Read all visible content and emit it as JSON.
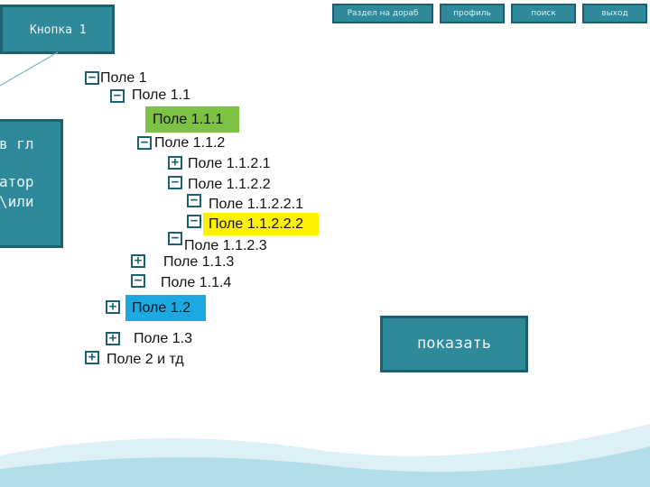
{
  "top_nav": [
    {
      "label": "Раздел на дораб"
    },
    {
      "label": "профиль"
    },
    {
      "label": "поиск"
    },
    {
      "label": "выход"
    }
  ],
  "knopka": {
    "label": "Кнопка 1"
  },
  "left_panel": {
    "lines": [
      "в гл",
      "атор",
      "\\или"
    ]
  },
  "show_button": {
    "label": "показать"
  },
  "tree": {
    "n1": {
      "label": "Поле 1",
      "toggle": "−"
    },
    "n11": {
      "label": "Поле 1.1",
      "toggle": "−"
    },
    "n111": {
      "label": "Поле 1.1.1"
    },
    "n112": {
      "label": "Поле 1.1.2",
      "toggle": "−"
    },
    "n1121": {
      "label": "Поле 1.1.2.1",
      "toggle": "+"
    },
    "n1122": {
      "label": "Поле 1.1.2.2",
      "toggle": "−"
    },
    "n11221": {
      "label": "Поле 1.1.2.2.1",
      "toggle": "−"
    },
    "n11222": {
      "label": "Поле 1.1.2.2.2",
      "toggle": "−"
    },
    "n1123": {
      "label": "Поле 1.1.2.3",
      "toggle": "−"
    },
    "n113": {
      "label": "Поле 1.1.3",
      "toggle": "+"
    },
    "n114": {
      "label": "Поле 1.1.4",
      "toggle": "−"
    },
    "n12": {
      "label": "Поле 1.2",
      "toggle": "+"
    },
    "n13": {
      "label": "Поле 1.3",
      "toggle": "+"
    },
    "n2": {
      "label": "Поле 2 и тд",
      "toggle": "+"
    }
  },
  "colors": {
    "panel": "#2e8a9a",
    "panel_border": "#1d6170",
    "highlight_green": "#7dc243",
    "highlight_yellow": "#fff200",
    "highlight_blue": "#1ca8e0"
  }
}
